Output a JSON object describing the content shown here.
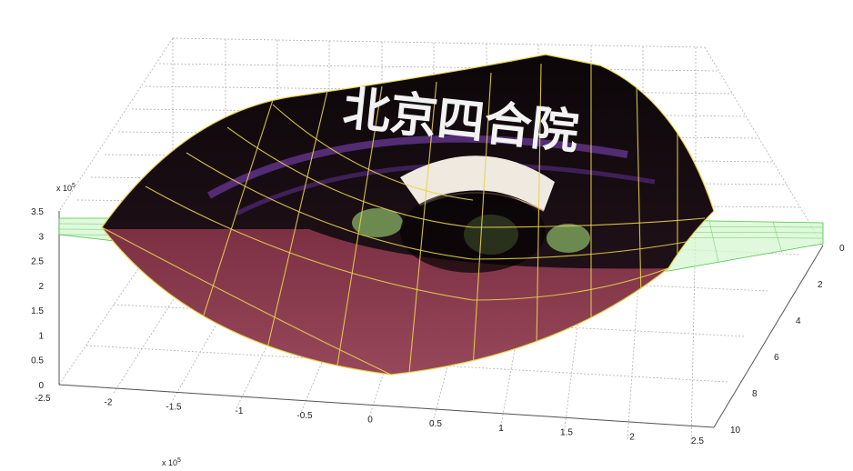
{
  "chart_data": {
    "type": "surface",
    "title": "",
    "xlabel": "",
    "ylabel": "",
    "zlabel": "",
    "x_ticks": [
      "-2.5",
      "-2",
      "-1.5",
      "-1",
      "-0.5",
      "0",
      "0.5",
      "1",
      "1.5",
      "2",
      "2.5"
    ],
    "x_values": [
      -2.5,
      -2,
      -1.5,
      -1,
      -0.5,
      0,
      0.5,
      1,
      1.5,
      2,
      2.5
    ],
    "x_multiplier": "x 10",
    "x_multiplier_exp": "5",
    "y_ticks": [
      "0",
      "2",
      "4",
      "6",
      "8",
      "10"
    ],
    "y_values": [
      0,
      2,
      4,
      6,
      8,
      10
    ],
    "z_ticks": [
      "0",
      "0.5",
      "1",
      "1.5",
      "2",
      "2.5",
      "3",
      "3.5"
    ],
    "z_values": [
      0,
      0.5,
      1,
      1.5,
      2,
      2.5,
      3,
      3.5
    ],
    "z_multiplier": "x 10",
    "z_multiplier_exp": "5",
    "xlim": [
      -2.5,
      2.5
    ],
    "ylim": [
      0,
      10
    ],
    "zlim": [
      0,
      3.5
    ],
    "grid": true,
    "texture_text": "北京四合院",
    "surfaces": [
      {
        "kind": "curved textured sheet",
        "colors": {
          "dark": "#160d12",
          "lower": "#8c3a4d",
          "mesh": "#e8d24a"
        }
      },
      {
        "kind": "flat mesh plane",
        "colors": {
          "fill": "#d6f5cf",
          "mesh": "#45c645"
        }
      }
    ]
  }
}
